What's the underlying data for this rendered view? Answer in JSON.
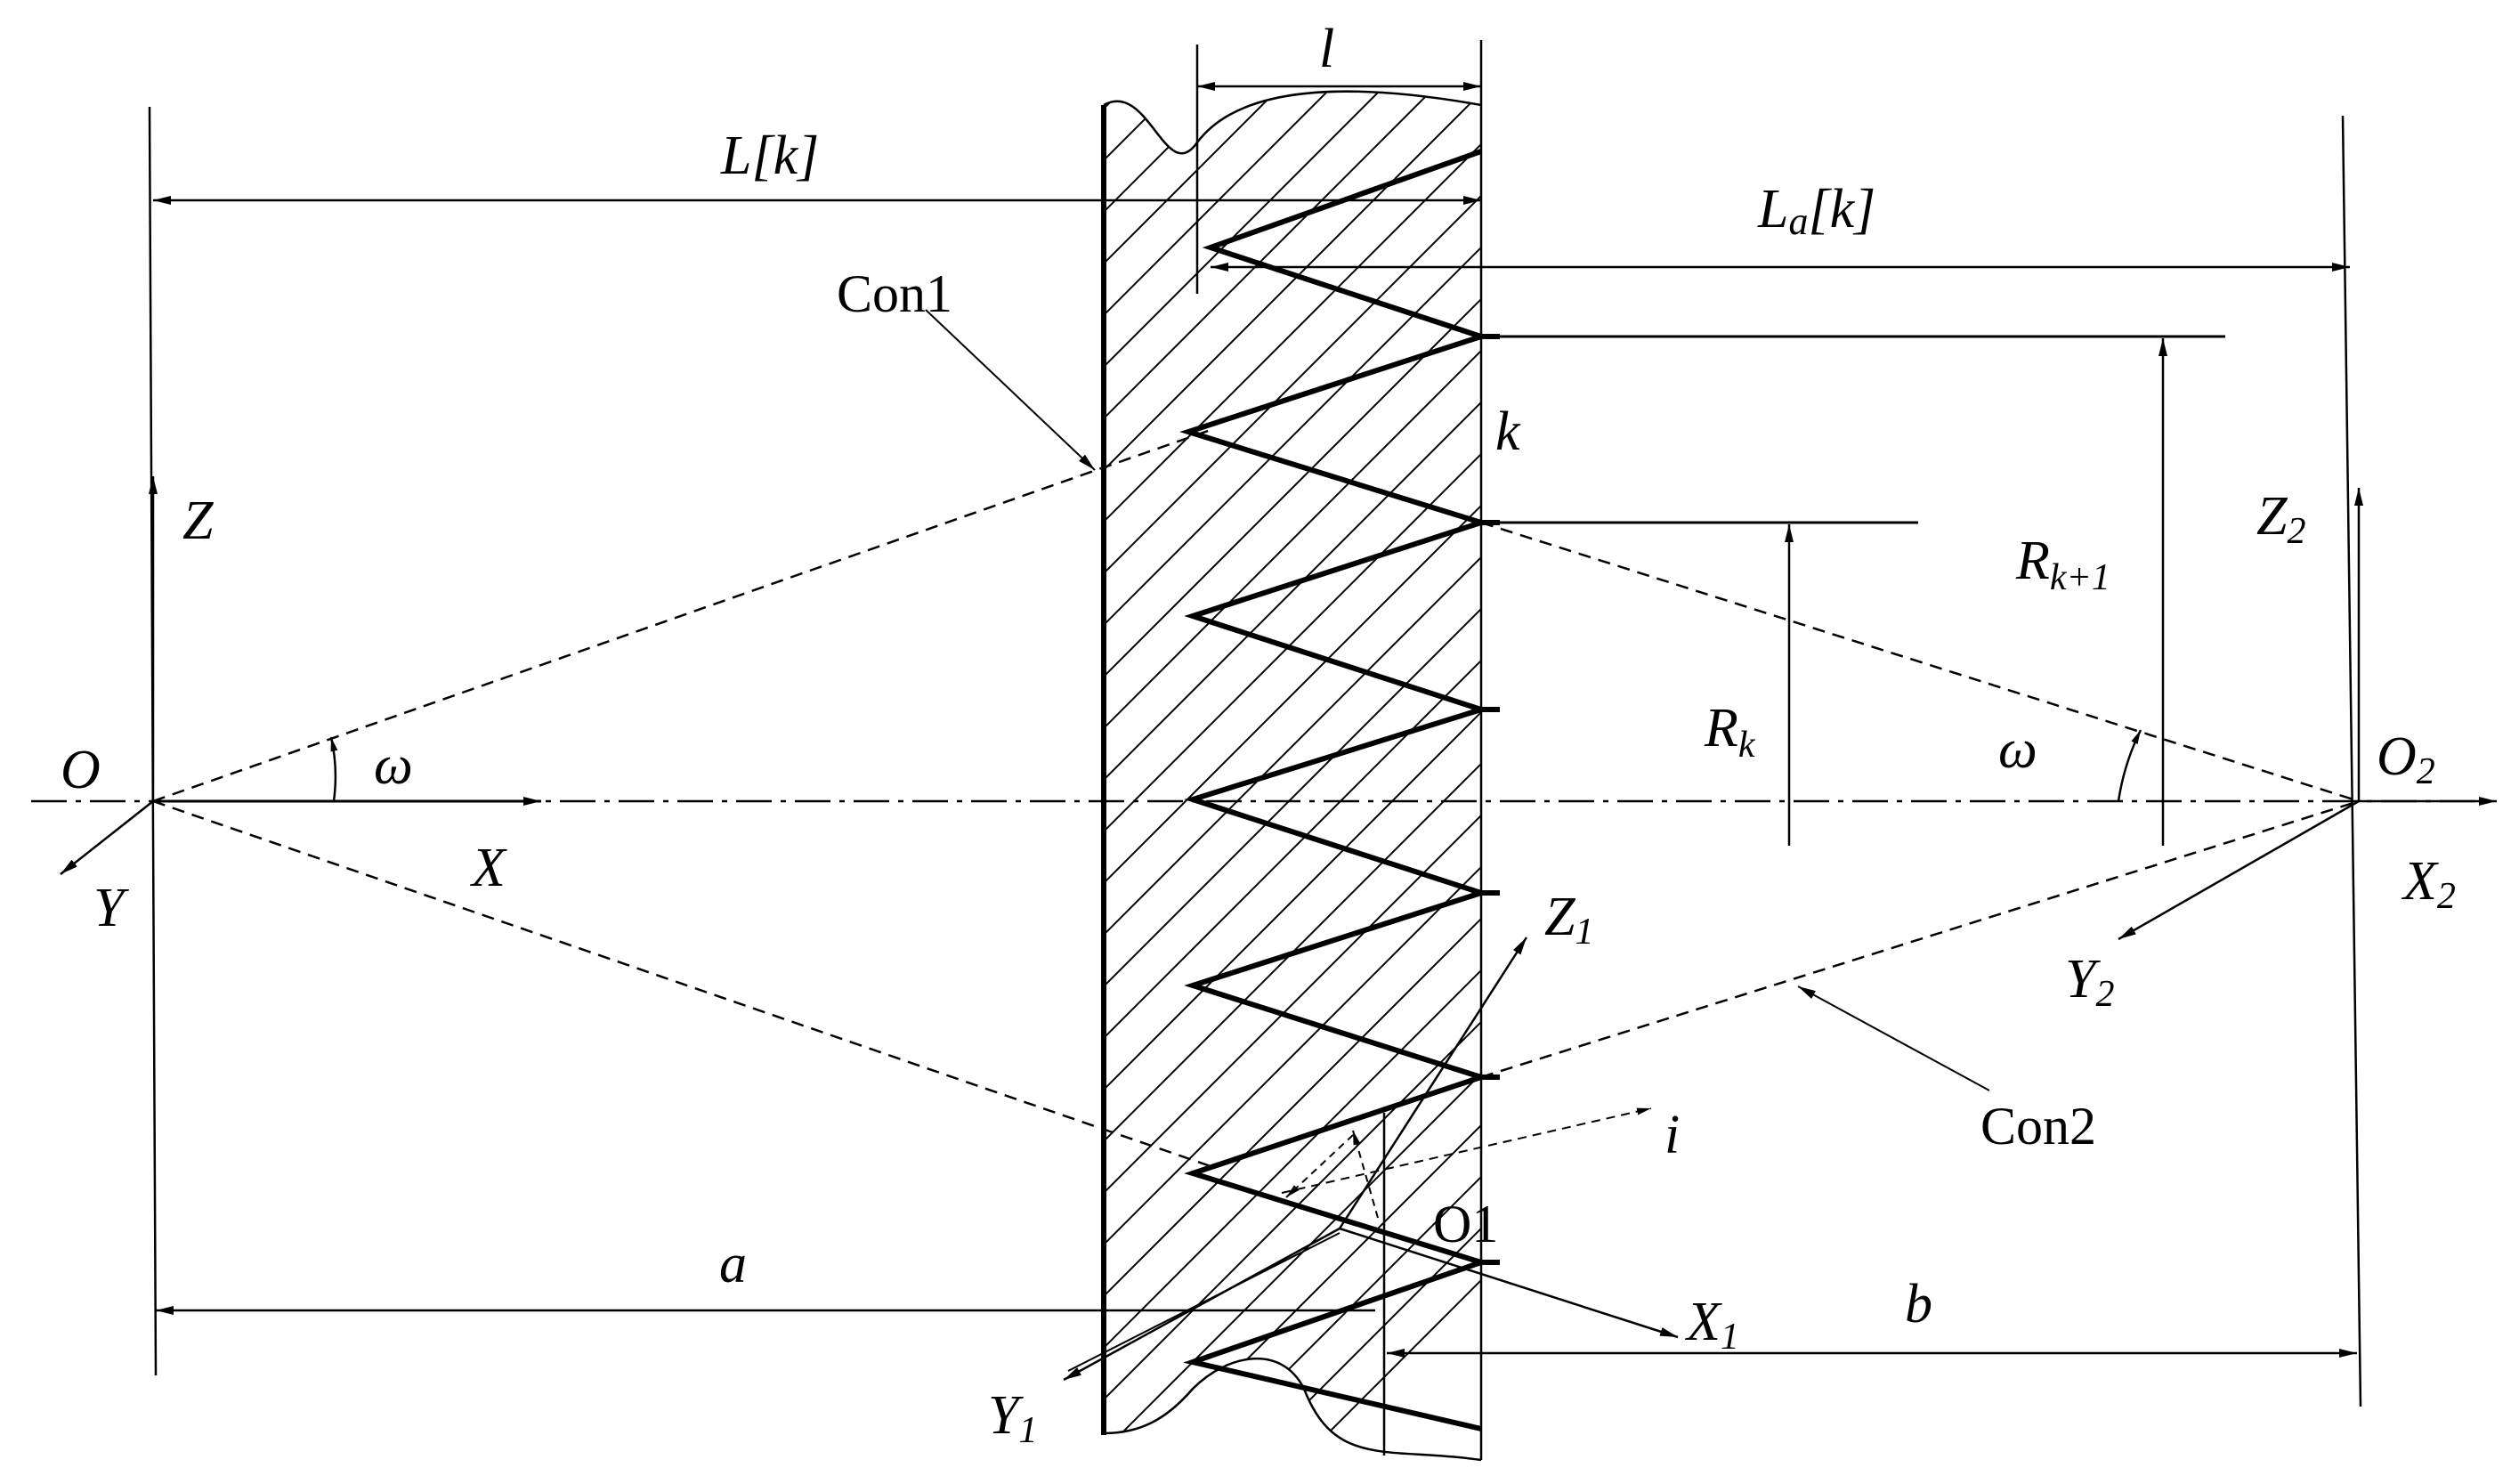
{
  "labels": {
    "L_k": "L[k]",
    "l": "l",
    "La_base": "L",
    "La_sub": "a",
    "La_tail": "[k]",
    "Con1": "Con1",
    "Con2": "Con2",
    "k": "k",
    "Z": "Z",
    "Z2_base": "Z",
    "Z2_sub": "2",
    "Rk1_base": "R",
    "Rk1_sub": "k+1",
    "Rk_base": "R",
    "Rk_sub": "k",
    "omega_left": "ω",
    "omega_right": "ω",
    "O": "O",
    "O2_base": "O",
    "O2_sub": "2",
    "X": "X",
    "Y": "Y",
    "X2_base": "X",
    "X2_sub": "2",
    "Y2_base": "Y",
    "Y2_sub": "2",
    "Z1_base": "Z",
    "Z1_sub": "1",
    "i": "i",
    "O1": "O1",
    "a": "a",
    "b": "b",
    "X1_base": "X",
    "X1_sub": "1",
    "Y1_base": "Y",
    "Y1_sub": "1"
  }
}
